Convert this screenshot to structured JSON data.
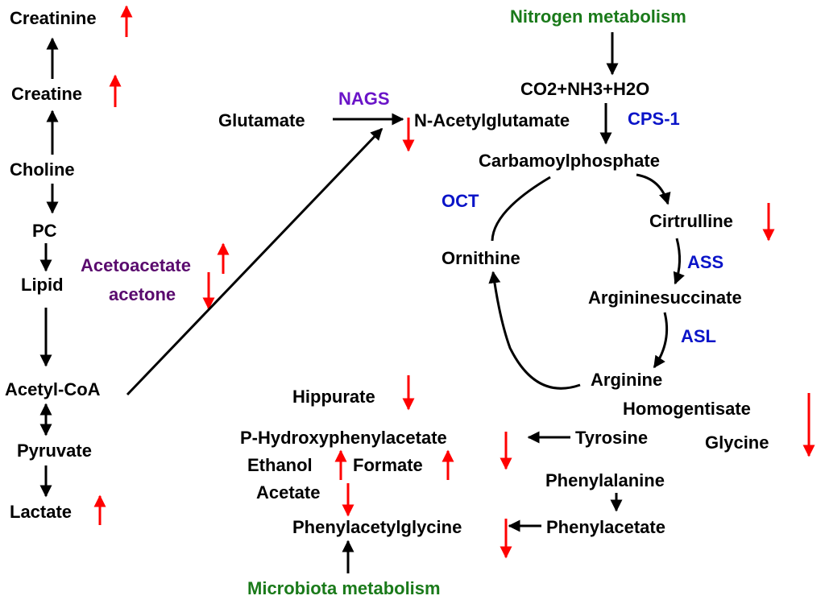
{
  "colors": {
    "metabolite": "#000000",
    "enzyme": "#0a14c8",
    "enzyme_nags": "#6a14c8",
    "ketone_bodies": "#5a0a6e",
    "pathway_source": "#1a7a1a",
    "change_arrow": "#ff0000"
  },
  "left_pathway": {
    "creatinine": "Creatinine",
    "creatine": "Creatine",
    "choline": "Choline",
    "pc": "PC",
    "lipid": "Lipid",
    "acetyl_coa": "Acetyl-CoA",
    "pyruvate": "Pyruvate",
    "lactate": "Lactate"
  },
  "ketone_bodies": {
    "acetoacetate": "Acetoacetate",
    "acetone": "acetone"
  },
  "urea_cycle": {
    "nitrogen_metabolism": "Nitrogen metabolism",
    "co2_nh3_h2o": "CO2+NH3+H2O",
    "glutamate": "Glutamate",
    "nags": "NAGS",
    "n_acetylglutamate": "N-Acetylglutamate",
    "cps1": "CPS-1",
    "carbamoylphosphate": "Carbamoylphosphate",
    "oct": "OCT",
    "ornithine": "Ornithine",
    "citrulline": "Cirtrulline",
    "ass": "ASS",
    "argininosuccinate": "Argininesuccinate",
    "asl": "ASL",
    "arginine": "Arginine"
  },
  "aromatic_pathway": {
    "hippurate": "Hippurate",
    "homogentisate": "Homogentisate",
    "glycine": "Glycine",
    "p_hydroxyphenylacetate": "P-Hydroxyphenylacetate",
    "tyrosine": "Tyrosine",
    "ethanol": "Ethanol",
    "formate": "Formate",
    "acetate": "Acetate",
    "phenylalanine": "Phenylalanine",
    "phenylacetylglycine": "Phenylacetylglycine",
    "phenylacetate": "Phenylacetate",
    "microbiota_metabolism": "Microbiota metabolism"
  },
  "changes": {
    "creatinine": "up",
    "creatine": "up",
    "acetoacetate": "up",
    "acetone": "down",
    "lactate": "up",
    "n_acetylglutamate": "down",
    "citrulline": "down",
    "hippurate": "down",
    "p_hydroxyphenylacetate": "down",
    "ethanol": "up",
    "formate": "up",
    "acetate": "down",
    "phenylacetylglycine": "down",
    "homogentisate_glycine": "down"
  }
}
